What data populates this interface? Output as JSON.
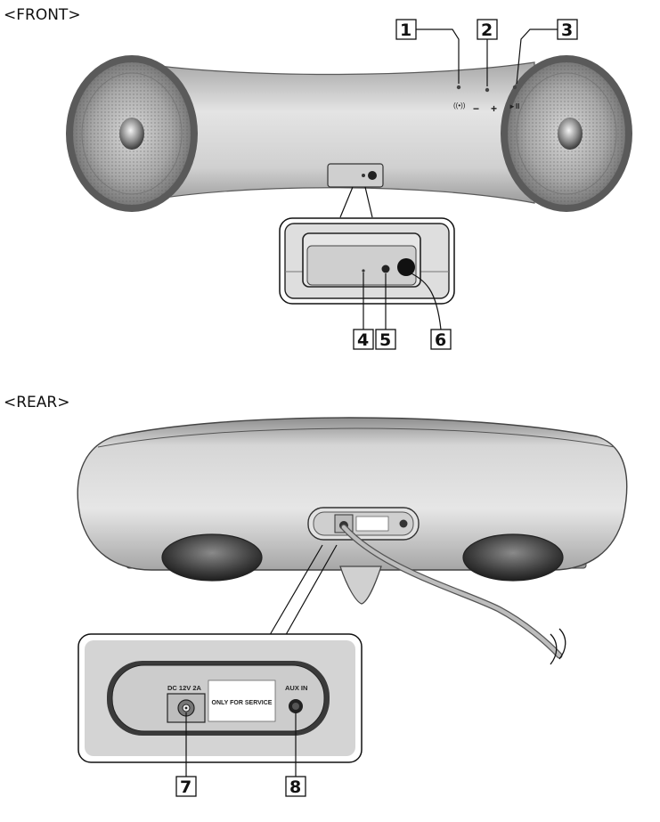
{
  "sections": {
    "front_title": "<FRONT>",
    "rear_title": "<REAR>"
  },
  "front": {
    "callouts": [
      "1",
      "2",
      "3",
      "4",
      "5",
      "6"
    ],
    "icons": {
      "wireless": "wireless-icon",
      "volume_down": "volume-down-icon",
      "volume_up": "volume-up-icon",
      "play_pause": "play-pause-icon"
    },
    "symbols": {
      "wireless": "((•))",
      "volume_down": "−",
      "volume_up": "+",
      "play_pause": "►II"
    }
  },
  "rear": {
    "callouts": [
      "7",
      "8"
    ],
    "dc_label": "DC 12V 2A",
    "service_label": "ONLY FOR SERVICE",
    "aux_label": "AUX IN"
  }
}
